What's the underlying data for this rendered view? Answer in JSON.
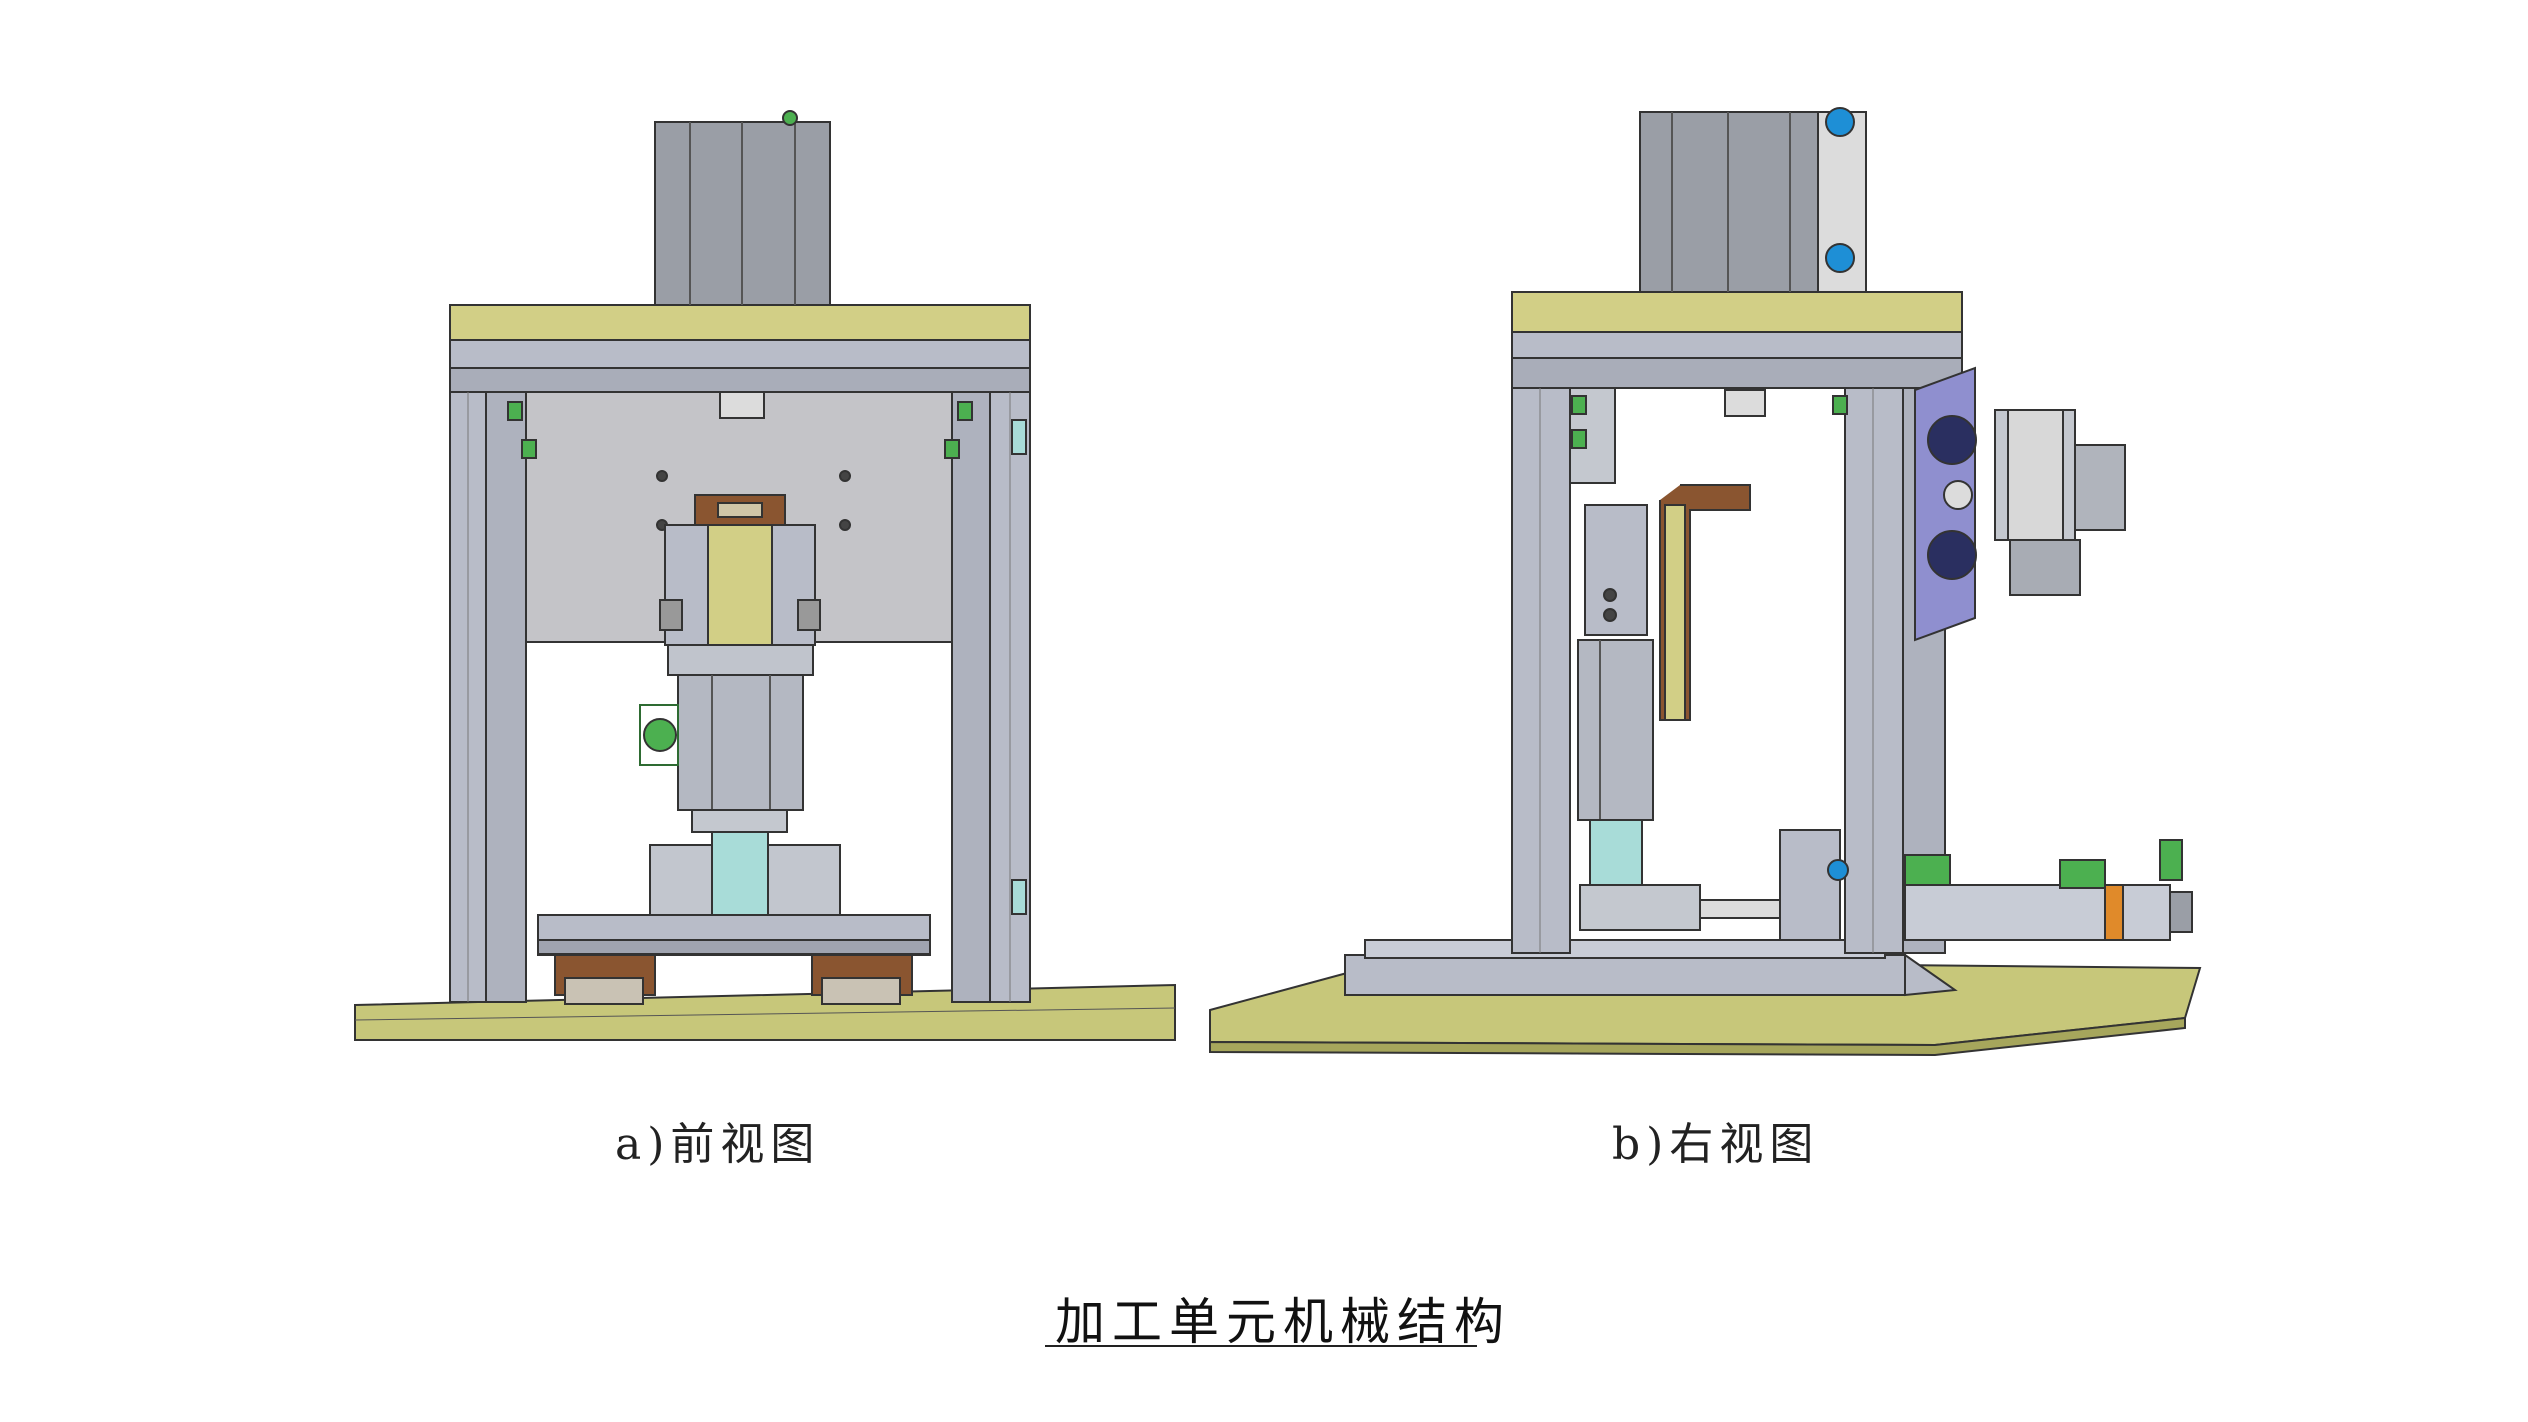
{
  "figure": {
    "title": "加工单元机械结构",
    "panels": [
      {
        "caption": "a)前视图"
      },
      {
        "caption": "b)右视图"
      }
    ]
  },
  "colors": {
    "background": "#ffffff",
    "base_plate": "#c7c77a",
    "frame": "#b8bcc8",
    "frame_dark": "#8e93a3",
    "cylinder": "#9a9ea6",
    "brown": "#8a5530",
    "blue_fitting": "#1e8fd6",
    "green_fitting": "#4cb050",
    "purple_plate": "#8f8fcf",
    "glass": "#a8dcd8",
    "outline": "#333333"
  }
}
